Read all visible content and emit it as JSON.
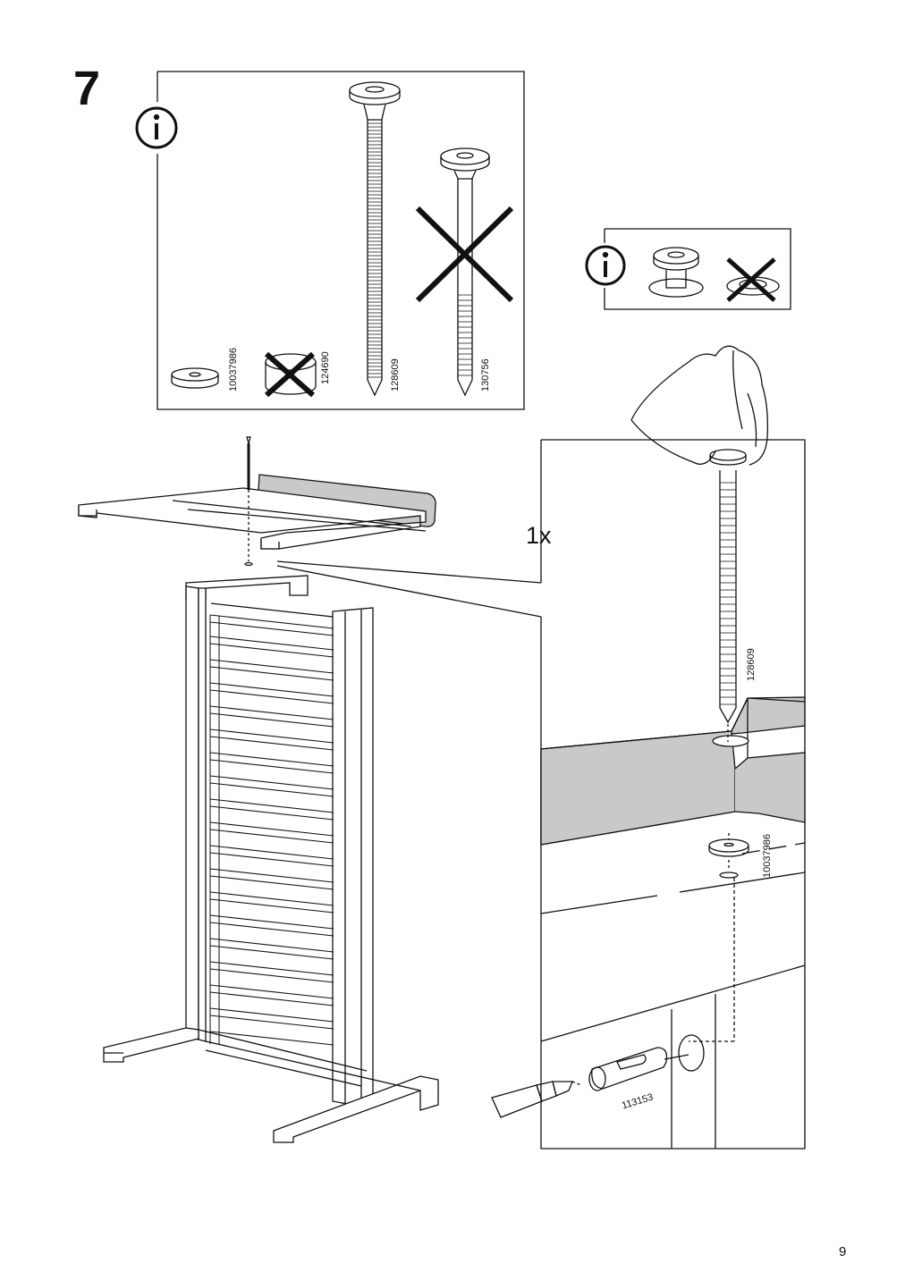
{
  "step_number": "7",
  "page_number": "9",
  "quantity_label": "1x",
  "parts": {
    "washer": "10037986",
    "cap": "124690",
    "long_bolt": "128609",
    "wrong_bolt": "130756",
    "cam_nut": "113153"
  },
  "icons": {
    "info": "info-icon",
    "cross": "cross-icon"
  }
}
